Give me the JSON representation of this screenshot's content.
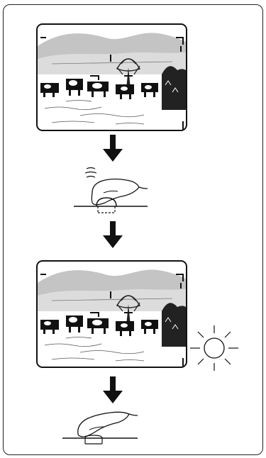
{
  "colors": {
    "ink": "#111111",
    "sky_gray": "#b8b8b8",
    "hill_gray": "#d4d4d4",
    "border": "#222222",
    "background": "#ffffff"
  },
  "steps": [
    {
      "kind": "viewfinder-scene",
      "indicator_lit": false
    },
    {
      "kind": "arrow-down"
    },
    {
      "kind": "half-press-shutter"
    },
    {
      "kind": "arrow-down"
    },
    {
      "kind": "viewfinder-scene",
      "indicator_lit": true
    },
    {
      "kind": "arrow-down"
    },
    {
      "kind": "full-press-shutter"
    }
  ],
  "icons": [
    "arrow-down-icon",
    "finger-press-icon",
    "sun-light-icon"
  ]
}
